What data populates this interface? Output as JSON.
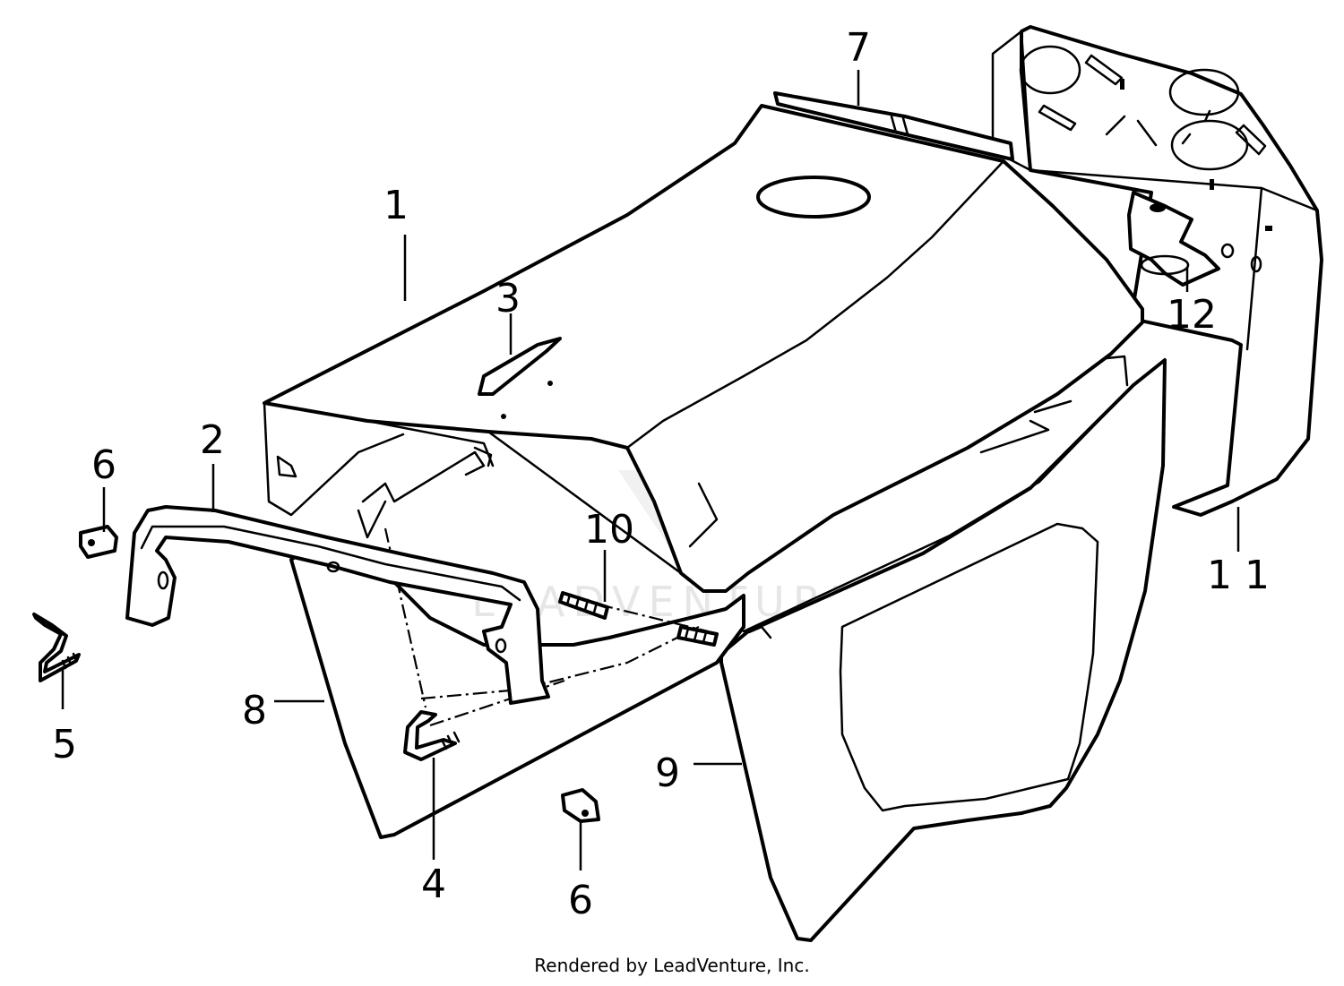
{
  "diagram": {
    "callouts": [
      {
        "id": "1",
        "label": "1"
      },
      {
        "id": "2",
        "label": "2"
      },
      {
        "id": "3",
        "label": "3"
      },
      {
        "id": "4",
        "label": "4"
      },
      {
        "id": "5",
        "label": "5"
      },
      {
        "id": "6a",
        "label": "6"
      },
      {
        "id": "6b",
        "label": "6"
      },
      {
        "id": "7",
        "label": "7"
      },
      {
        "id": "8",
        "label": "8"
      },
      {
        "id": "9",
        "label": "9"
      },
      {
        "id": "10",
        "label": "10"
      },
      {
        "id": "11",
        "label": "1 1"
      },
      {
        "id": "12",
        "label": "12"
      }
    ],
    "watermark": "LEADVENTURE",
    "colors": {
      "line": "#000000",
      "background": "#ffffff",
      "watermark": "#dcdcdc"
    }
  },
  "footer": {
    "credit": "Rendered by LeadVenture, Inc."
  }
}
